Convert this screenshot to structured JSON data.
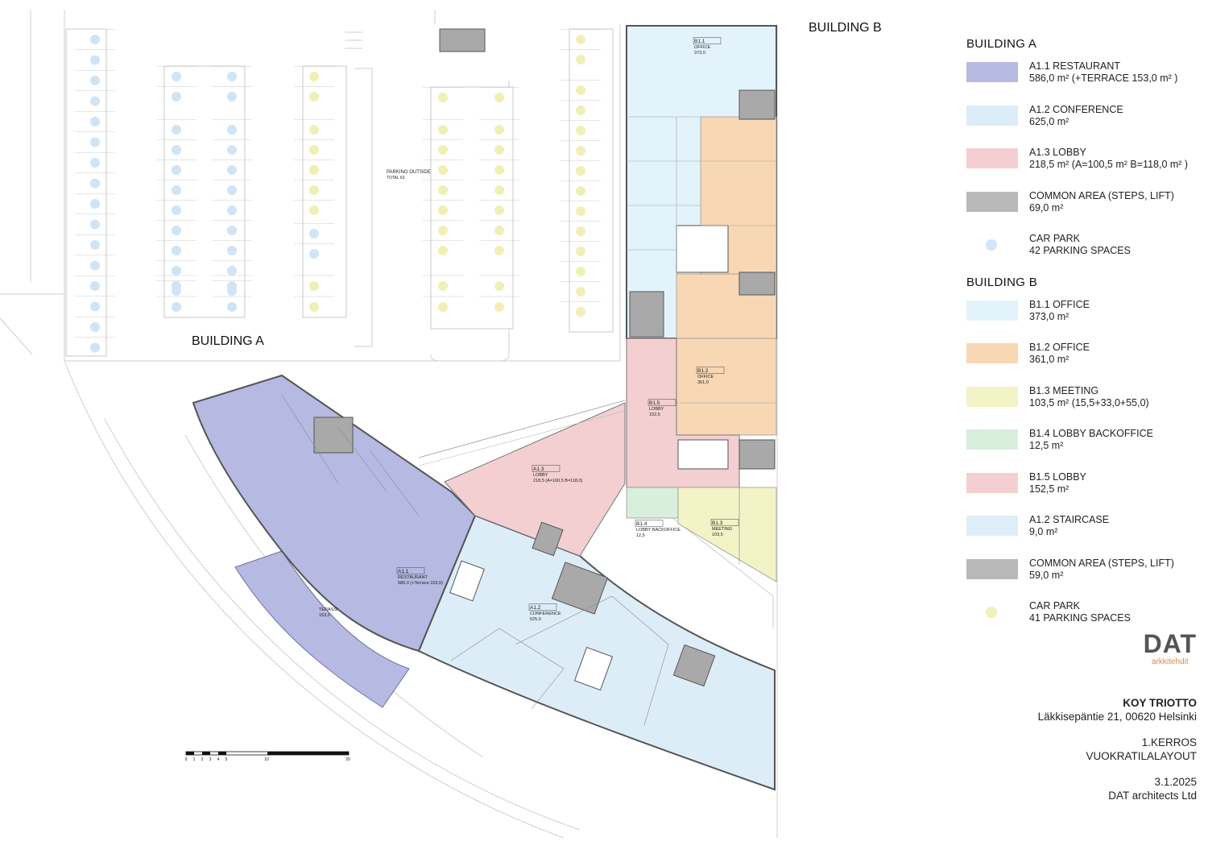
{
  "plan": {
    "building_b_label": "BUILDING B",
    "building_a_label": "BUILDING A",
    "parking_outside": "PARKING OUTSIDE",
    "parking_total": "TOTAL 63",
    "rooms": [
      {
        "code": "B1.1",
        "name": "OFFICE",
        "area": "373,0"
      },
      {
        "code": "B1.2",
        "name": "OFFICE",
        "area": "361,0"
      },
      {
        "code": "B1.5",
        "name": "LOBBY",
        "area": "152,5"
      },
      {
        "code": "B1.3",
        "name": "MEETING",
        "area": "103,5"
      },
      {
        "code": "B1.4",
        "name": "LOBBY BACKOFFICE",
        "area": "12,5"
      },
      {
        "code": "A1.3",
        "name": "LOBBY",
        "area": "218,5 (A=100,5 B=118,0)"
      },
      {
        "code": "A1.1",
        "name": "RESTAURANT",
        "area": "586,0 (+Terrace 153,0)"
      },
      {
        "code": "A1.2",
        "name": "CONFERENCE",
        "area": "625,0"
      },
      {
        "code": "",
        "name": "TERASSI",
        "area": "153,0"
      }
    ],
    "scale_labels": [
      "0",
      "1",
      "2",
      "3",
      "4",
      "5",
      "10",
      "20"
    ]
  },
  "legend": {
    "building_a": {
      "title": "BUILDING A",
      "items": [
        {
          "line1": "A1.1 RESTAURANT",
          "line2": "586,0 m² (+TERRACE 153,0 m² )",
          "color": "#b6b9e1",
          "kind": "swatch"
        },
        {
          "line1": "A1.2 CONFERENCE",
          "line2": "625,0 m²",
          "color": "#dcedf8",
          "kind": "swatch"
        },
        {
          "line1": "A1.3 LOBBY",
          "line2": "218,5 m² (A=100,5 m² B=118,0 m² )",
          "color": "#f3cfd2",
          "kind": "swatch"
        },
        {
          "line1": "COMMON AREA (STEPS, LIFT)",
          "line2": "69,0 m²",
          "color": "#b9b9b9",
          "kind": "swatch"
        },
        {
          "line1": "CAR PARK",
          "line2": "42 PARKING SPACES",
          "color": "#d2e6f7",
          "kind": "dot"
        }
      ]
    },
    "building_b": {
      "title": "BUILDING B",
      "items": [
        {
          "line1": "B1.1 OFFICE",
          "line2": "373,0 m²",
          "color": "#e3f3fb",
          "kind": "swatch"
        },
        {
          "line1": "B1.2 OFFICE",
          "line2": "361,0 m²",
          "color": "#f8d7b4",
          "kind": "swatch"
        },
        {
          "line1": "B1.3 MEETING",
          "line2": "103,5 m² (15,5+33,0+55,0)",
          "color": "#f3f3c8",
          "kind": "swatch"
        },
        {
          "line1": "B1.4 LOBBY BACKOFFICE",
          "line2": "12,5 m²",
          "color": "#d8efdb",
          "kind": "swatch"
        },
        {
          "line1": "B1.5 LOBBY",
          "line2": "152,5 m²",
          "color": "#f3cfd2",
          "kind": "swatch"
        },
        {
          "line1": "A1.2 STAIRCASE",
          "line2": "9,0 m²",
          "color": "#ddeef9",
          "kind": "swatch"
        },
        {
          "line1": "COMMON AREA (STEPS, LIFT)",
          "line2": "59,0 m²",
          "color": "#b9b9b9",
          "kind": "swatch"
        },
        {
          "line1": "CAR PARK",
          "line2": "41 PARKING SPACES",
          "color": "#f1f1b8",
          "kind": "dot"
        }
      ]
    }
  },
  "logo": {
    "mark": "DAT",
    "sub": "arkkitehdit"
  },
  "titleblock": {
    "project": "KOY TRIOTTO",
    "address": "Läkkisepäntie 21, 00620 Helsinki",
    "floor": "1.KERROS",
    "layout": "VUOKRATILALAYOUT",
    "date": "3.1.2025",
    "firm": "DAT architects Ltd"
  },
  "colors": {
    "restaurant": "#b6b9e1",
    "conference": "#dcedf8",
    "lobby": "#f3cfd2",
    "office_b11": "#e3f3fb",
    "office_b12": "#f8d7b4",
    "meeting": "#f3f3c8",
    "backoffice": "#d8efdb",
    "common": "#a9a9a9",
    "wall": "#555555",
    "parking_a": "#cfe4f6",
    "parking_b": "#f0f0b6"
  }
}
